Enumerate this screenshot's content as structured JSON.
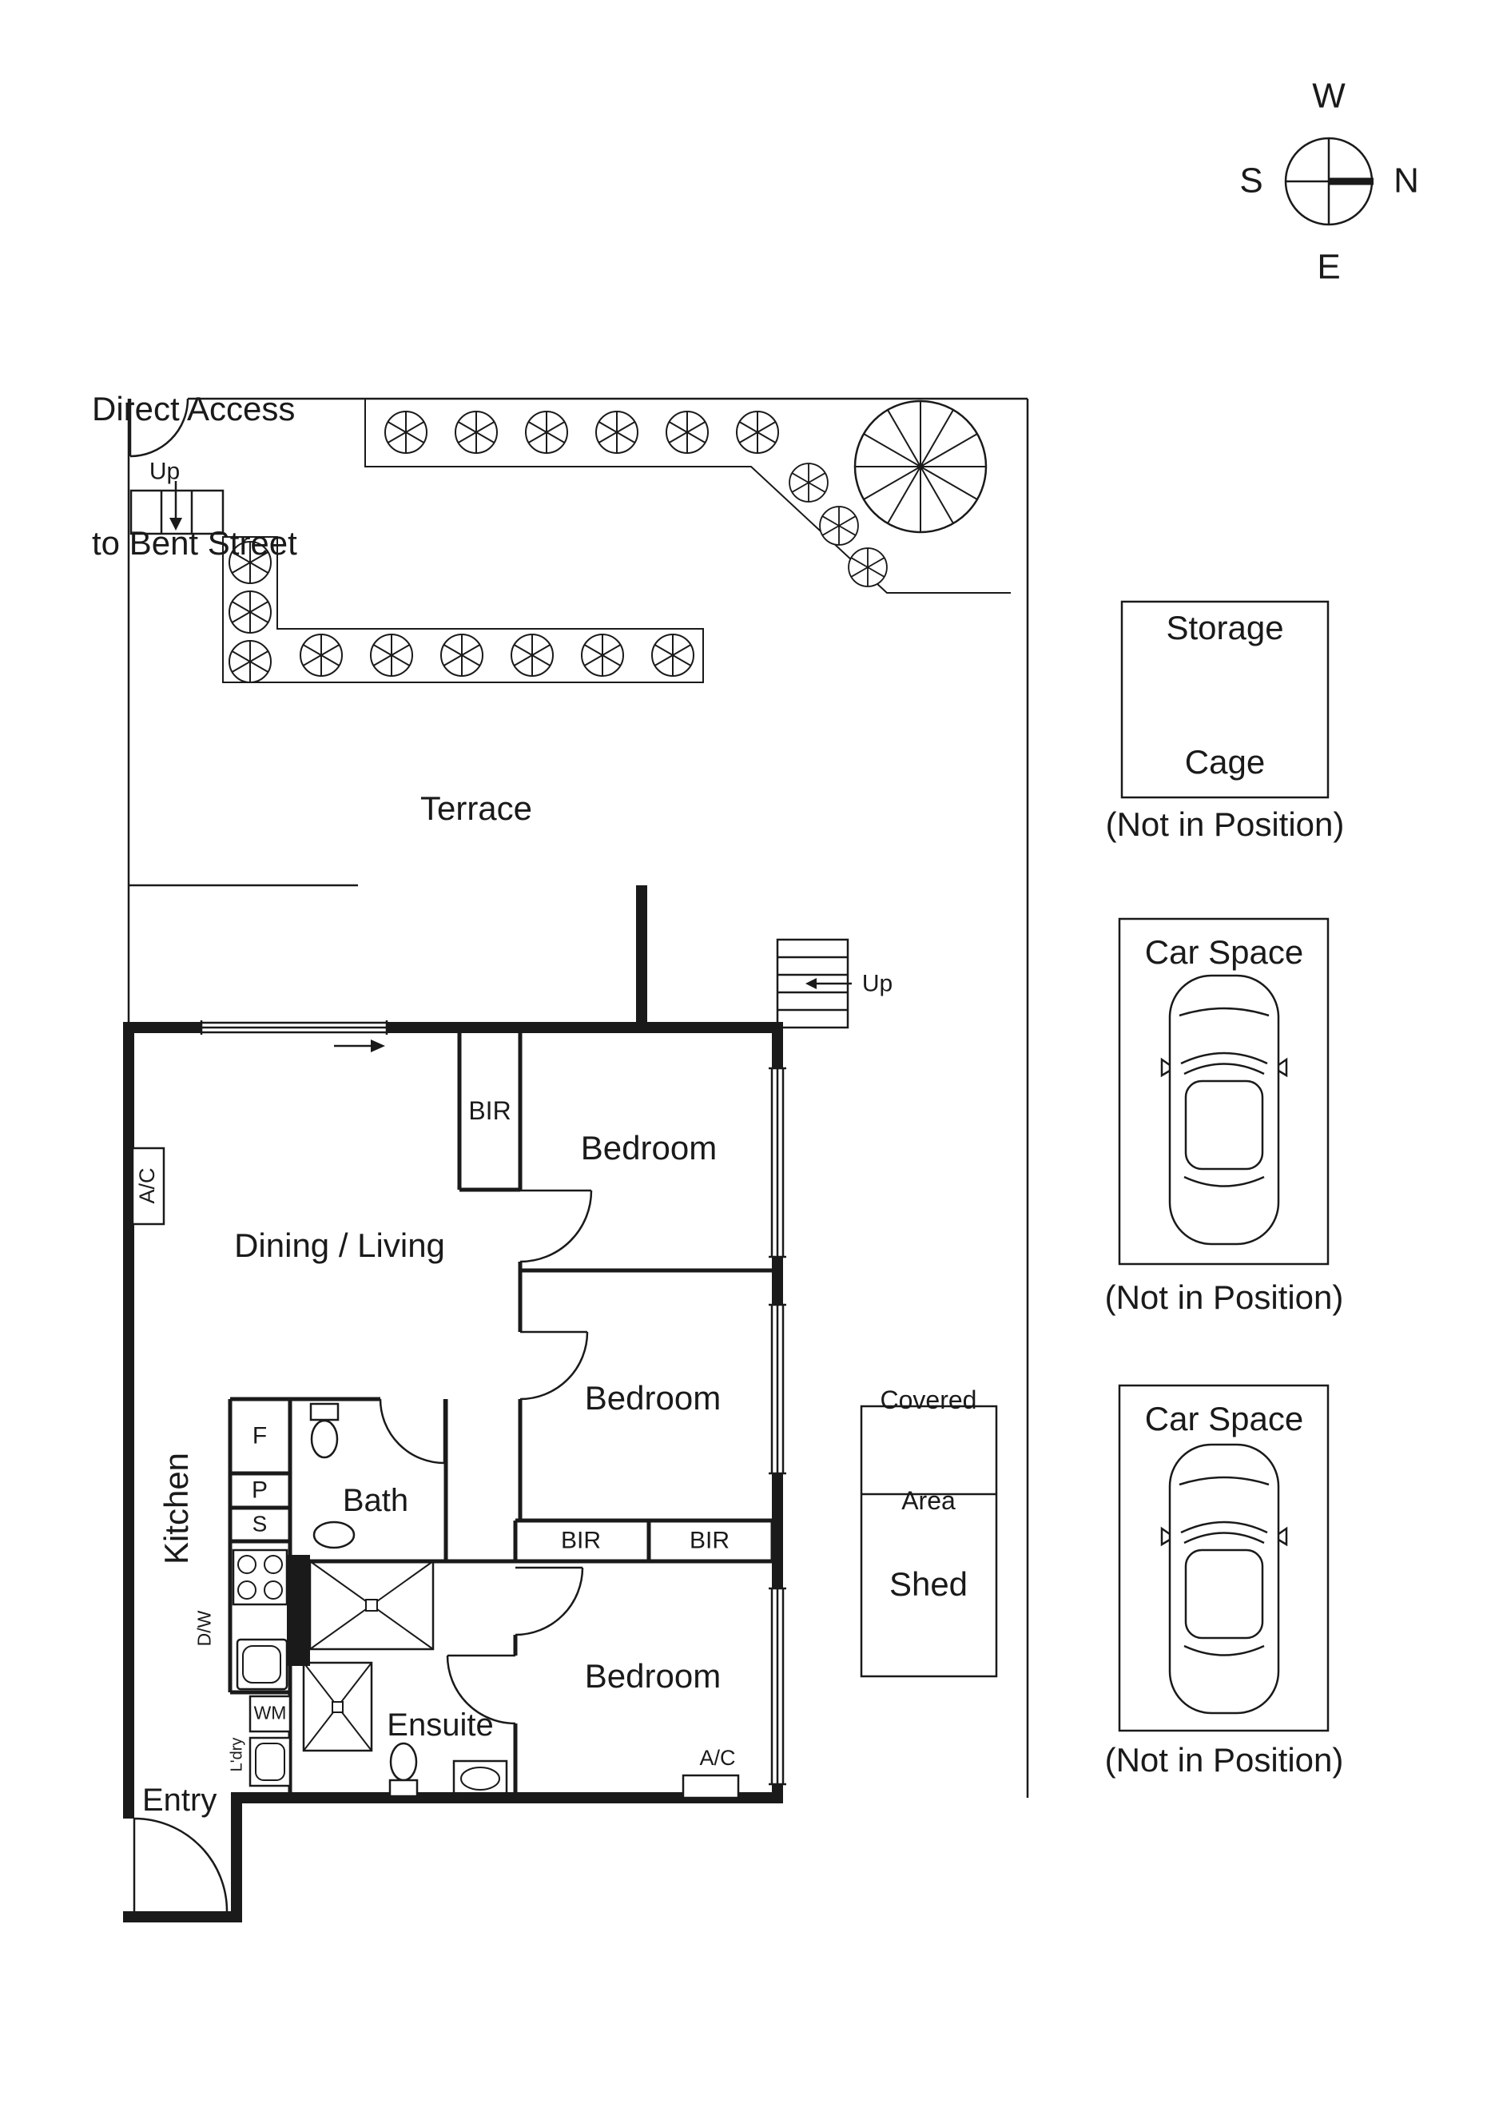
{
  "colors": {
    "ink": "#1a1a1a",
    "bg": "#ffffff"
  },
  "compass": {
    "w": "W",
    "n": "N",
    "s": "S",
    "e": "E"
  },
  "access_note": {
    "line1": "Direct Access",
    "line2": "to Bent Street"
  },
  "plan": {
    "terrace": "Terrace",
    "up_top": "Up",
    "up_mid": "Up",
    "dining_living": "Dining / Living",
    "kitchen": "Kitchen",
    "bath": "Bath",
    "ensuite": "Ensuite",
    "entry": "Entry",
    "bedroom_top": "Bedroom",
    "bedroom_mid": "Bedroom",
    "bedroom_bottom": "Bedroom",
    "bir_top": "BIR",
    "bir_left": "BIR",
    "bir_right": "BIR",
    "fridge": "F",
    "pantry": "P",
    "shelf": "S",
    "dishwasher": "D/W",
    "washing_machine": "WM",
    "laundry": "L'dry",
    "ac_left": "A/C",
    "ac_bottom": "A/C"
  },
  "outbuildings": {
    "covered_area_line1": "Covered",
    "covered_area_line2": "Area",
    "shed": "Shed"
  },
  "storage_cage": {
    "line1": "Storage",
    "line2": "Cage",
    "note": "(Not in Position)"
  },
  "car_spaces": [
    {
      "title": "Car Space",
      "note": "(Not in Position)"
    },
    {
      "title": "Car Space",
      "note": "(Not in Position)"
    }
  ]
}
